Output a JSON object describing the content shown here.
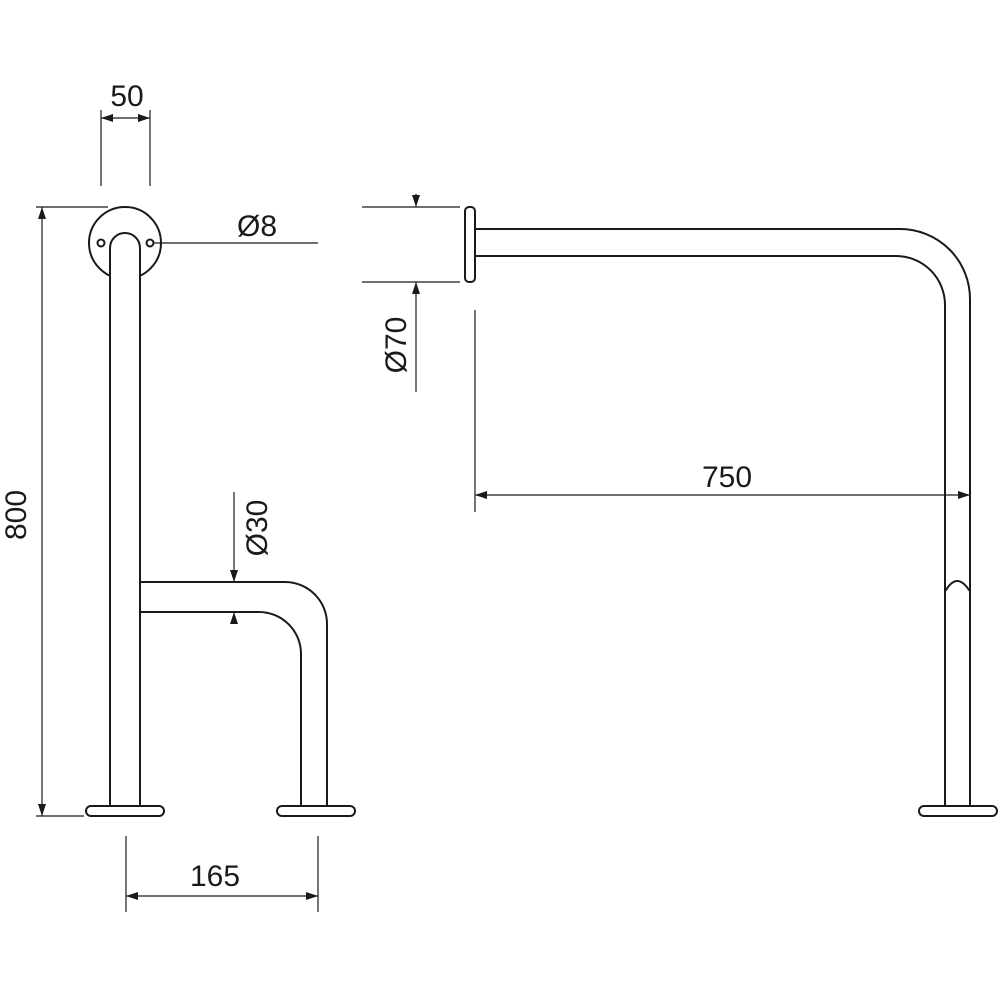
{
  "drawing": {
    "ink_color": "#1a1a1a",
    "background": "#ffffff",
    "dimensions": {
      "width_50": "50",
      "hole_dia": "Ø8",
      "height_800": "800",
      "tube_dia": "Ø30",
      "depth_165": "165",
      "flange_dia": "Ø70",
      "length_750": "750"
    }
  }
}
